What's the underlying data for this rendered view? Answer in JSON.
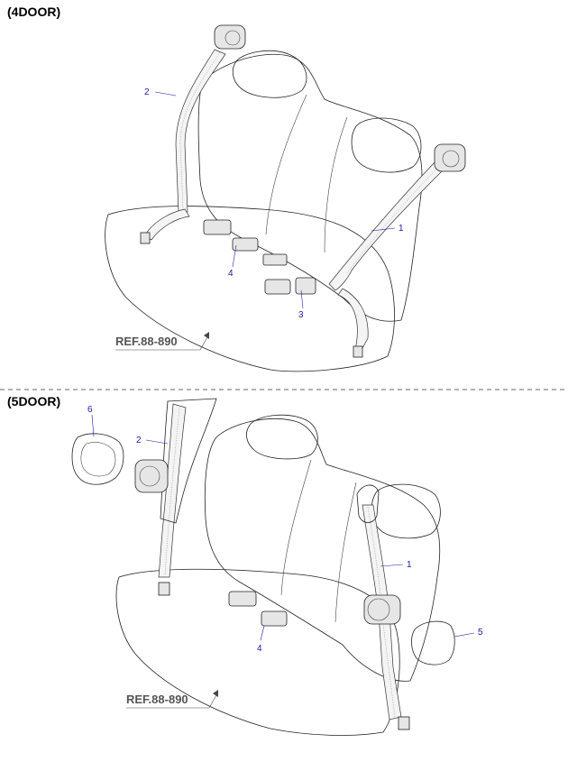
{
  "sections": [
    {
      "title": "(4DOOR)",
      "ref_label": "REF.88-890",
      "callouts": [
        "2",
        "1",
        "4",
        "3"
      ]
    },
    {
      "title": "(5DOOR)",
      "ref_label": "REF.88-890",
      "callouts": [
        "6",
        "2",
        "1",
        "5",
        "4"
      ]
    }
  ],
  "colors": {
    "callout": "#1a1aa6",
    "ref": "#555555",
    "line": "#222222"
  }
}
